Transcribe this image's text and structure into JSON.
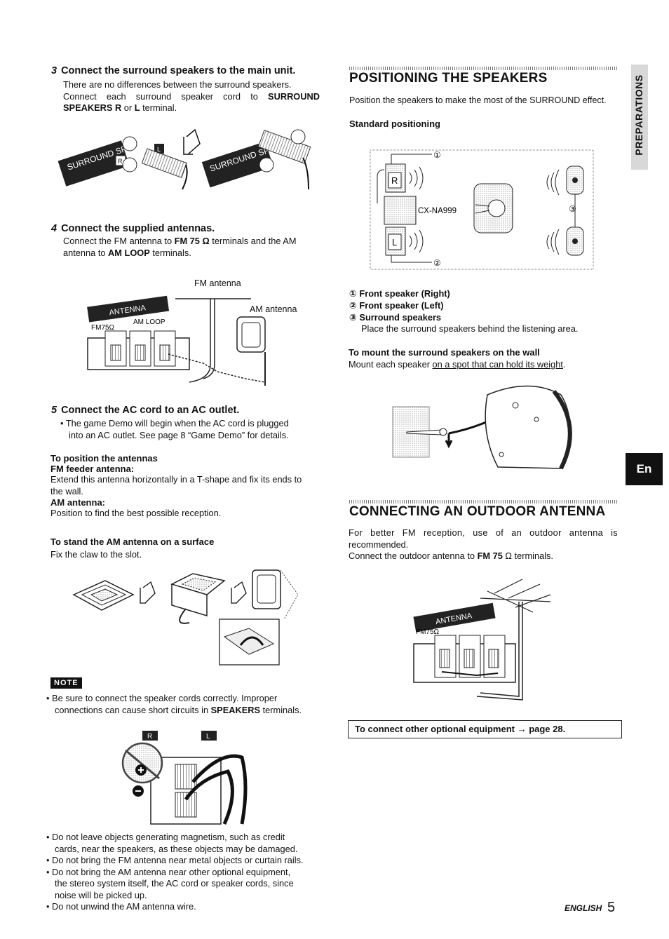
{
  "left": {
    "step3": {
      "num": "3",
      "title": "Connect the surround speakers to the main unit.",
      "line1": "There are no differences between the surround speakers.",
      "line2_prefix": "Connect each surround speaker cord to ",
      "line2_bold": "SURROUND",
      "line3_bold_a": "SPEAKERS R",
      "line3_mid": " or ",
      "line3_bold_b": "L",
      "line3_suffix": " terminal.",
      "fig_label_a": "SURROUND SPEAKERS",
      "fig_label_b": "SURROUND SPEAKERS",
      "fig_r": "R",
      "fig_l": "L"
    },
    "step4": {
      "num": "4",
      "title": "Connect the supplied antennas.",
      "line1_prefix": "Connect the FM antenna to ",
      "line1_bold": "FM 75 Ω",
      "line1_suffix": " terminals and the AM",
      "line2_prefix": "antenna to ",
      "line2_bold": "AM LOOP",
      "line2_suffix": " terminals.",
      "fig_fm_label": "FM antenna",
      "fig_am_label": "AM antenna",
      "fig_panel": "ANTENNA",
      "fig_fm75": "FM75Ω",
      "fig_amloop": "AM LOOP"
    },
    "step5": {
      "num": "5",
      "title": "Connect the AC cord to an AC outlet.",
      "bullet1": "The game Demo will begin when the AC cord is plugged",
      "bullet1b": "into an AC outlet. See page 8 “Game Demo” for details."
    },
    "position": {
      "title": "To position the antennas",
      "fm_title": "FM feeder antenna:",
      "fm_text1": "Extend this antenna horizontally in a T-shape and fix its ends to",
      "fm_text2": "the wall.",
      "am_title": "AM antenna:",
      "am_text": "Position to find the best possible reception."
    },
    "stand": {
      "title": "To stand the AM antenna on a surface",
      "text": "Fix the claw to the slot."
    },
    "note": {
      "badge": "NOTE",
      "bullet1a_prefix": "Be sure to connect the speaker cords correctly.  Improper",
      "bullet1b_prefix": "connections can cause short circuits in ",
      "bullet1b_bold": "SPEAKERS",
      "bullet1b_suffix": " terminals.",
      "fig_r": "R",
      "fig_l": "L"
    },
    "bullets": [
      [
        "Do not leave objects generating magnetism, such as credit",
        "cards, near the speakers, as these objects may be damaged."
      ],
      [
        "Do not bring the FM antenna near metal objects or curtain rails."
      ],
      [
        "Do not bring the AM antenna near other optional equipment,",
        "the stereo system itself, the AC cord or speaker cords, since",
        "noise will be picked up."
      ],
      [
        "Do not unwind the AM antenna wire."
      ]
    ]
  },
  "right": {
    "positioning": {
      "title": "POSITIONING THE SPEAKERS",
      "intro": "Position the speakers to make the most of the SURROUND effect.",
      "standard": "Standard positioning",
      "fig_model": "CX-NA999",
      "fig_r": "R",
      "fig_l": "L",
      "fig_n1": "①",
      "fig_n2": "②",
      "fig_n3": "③",
      "legend": [
        {
          "num": "①",
          "text": "Front speaker (Right)"
        },
        {
          "num": "②",
          "text": "Front speaker (Left)"
        },
        {
          "num": "③",
          "text": "Surround speakers"
        }
      ],
      "legend_note": "Place the surround speakers behind the listening area.",
      "wall_title": "To mount the surround speakers on the wall",
      "wall_text_prefix": "Mount each speaker ",
      "wall_text_underline": "on a spot that can hold its weight",
      "wall_text_suffix": "."
    },
    "outdoor": {
      "title": "CONNECTING AN OUTDOOR ANTENNA",
      "line1": "For better FM reception, use of an outdoor antenna is",
      "line2": "recommended.",
      "line3_prefix": "Connect the outdoor antenna to ",
      "line3_bold": "FM 75",
      "line3_suffix": " Ω terminals.",
      "fig_panel": "ANTENNA",
      "fig_fm75": "FM75Ω"
    },
    "optional": {
      "text": "To connect other optional equipment → page 28."
    }
  },
  "side": {
    "tab": "PREPARATIONS",
    "lang": "En"
  },
  "footer": {
    "label": "ENGLISH",
    "page": "5"
  }
}
